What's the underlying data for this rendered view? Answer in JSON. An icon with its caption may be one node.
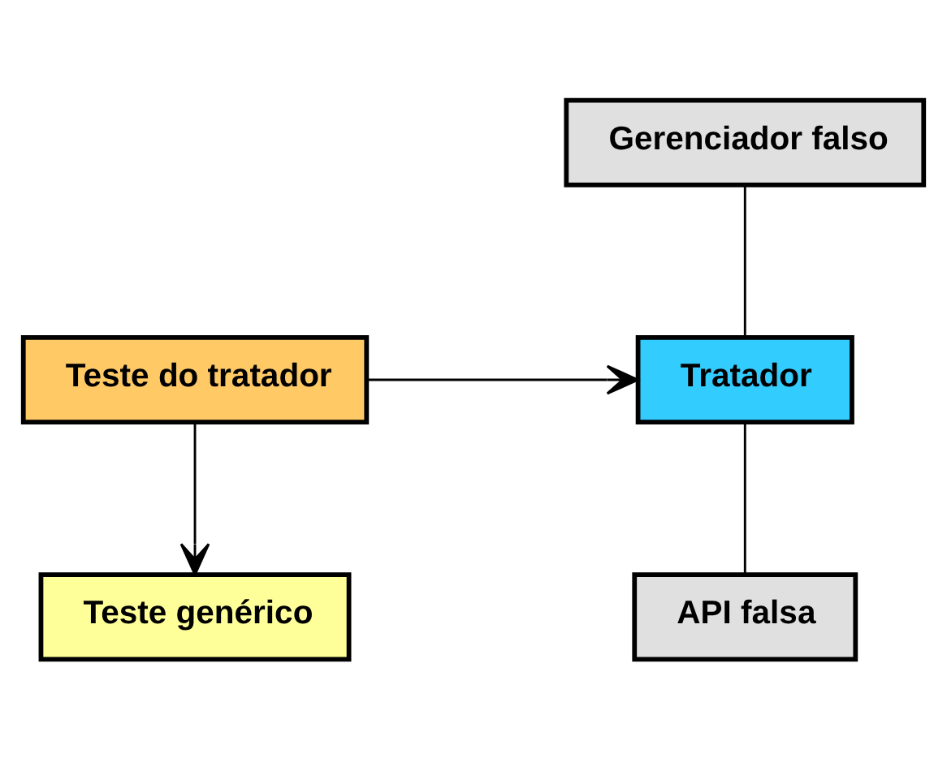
{
  "diagram": {
    "nodes": [
      {
        "text": [
          "Gerenciador falso"
        ]
      },
      {
        "text": [
          "Teste do tratador"
        ]
      },
      {
        "text": [
          "Tratador"
        ]
      },
      {
        "text": [
          "Teste genérico"
        ]
      },
      {
        "text": [
          "API falsa"
        ]
      }
    ],
    "edges": [
      {
        "from": 1,
        "to": 2,
        "arrow": "to"
      },
      {
        "from": 0,
        "to": 2,
        "arrow": "none"
      },
      {
        "from": 1,
        "to": 3,
        "arrow": "to"
      },
      {
        "from": 2,
        "to": 4,
        "arrow": "none"
      }
    ]
  }
}
